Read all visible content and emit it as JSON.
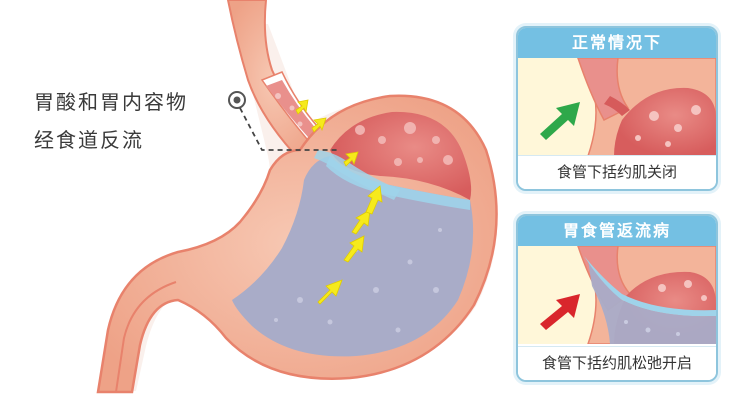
{
  "labels": {
    "caption_line1": "胃酸和胃内容物",
    "caption_line2": "经食道反流"
  },
  "panel_normal": {
    "title": "正常情况下",
    "caption": "食管下括约肌关闭",
    "arrow_color": "#2ea84a"
  },
  "panel_reflux": {
    "title": "胃食管返流病",
    "caption": "食管下括约肌松弛开启",
    "arrow_color": "#d9262c"
  },
  "colors": {
    "stomach_wall": "#f3b49a",
    "stomach_outline": "#e8826c",
    "stomach_inner": "#e06a6a",
    "acid": "#a9acc8",
    "acid_surface": "#9fd3ea",
    "reflux_arrow": "#f6ea1c",
    "panel_header": "#74c0e3",
    "panel_border": "#8ec5dd"
  }
}
